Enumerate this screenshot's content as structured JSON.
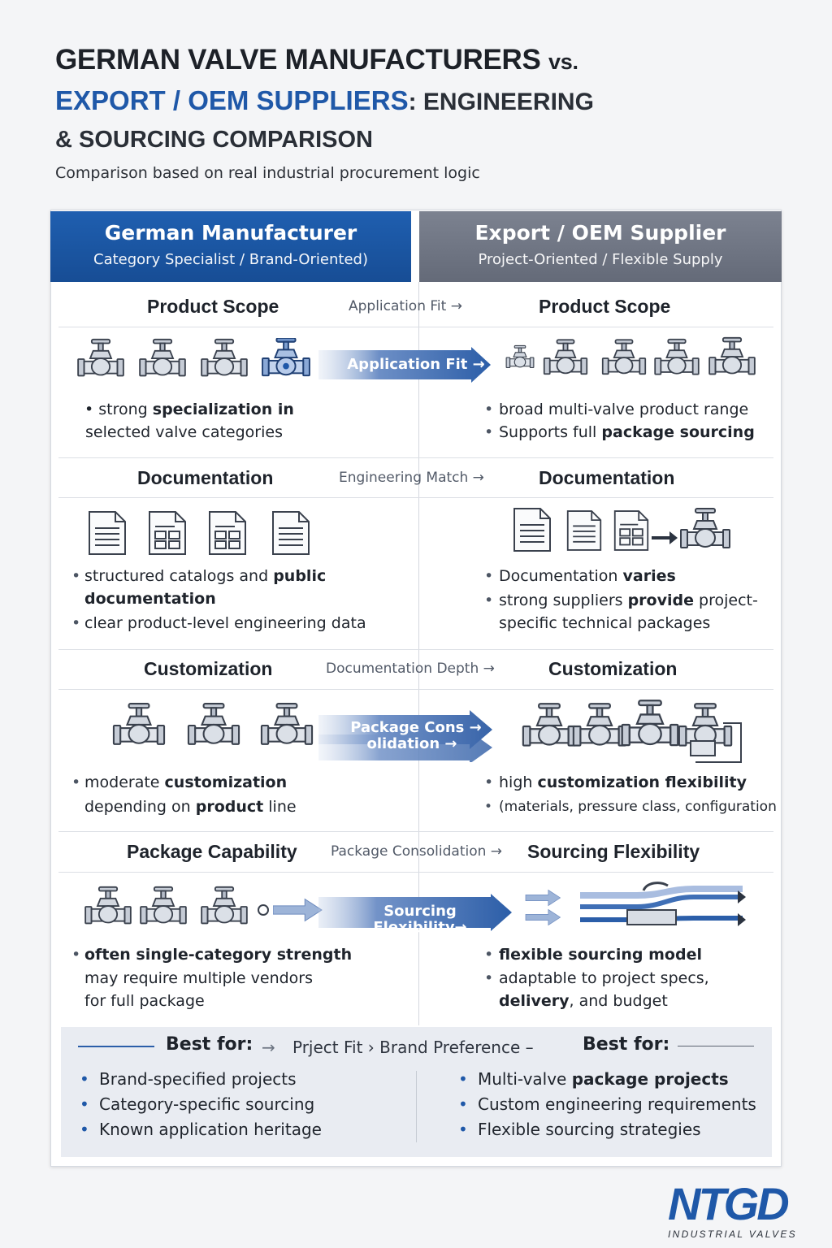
{
  "title": {
    "line1": "GERMAN VALVE MANUFACTURERS",
    "line1_vs": "vs.",
    "line2_blue": "EXPORT / OEM SUPPLIERS",
    "line2_rest": ": ENGINEERING",
    "line3": "& SOURCING COMPARISON"
  },
  "subtitle": "Comparison based on real industrial procurement logic",
  "columns": {
    "left": {
      "title": "German Manufacturer",
      "subtitle": "Category Specialist / Brand-Oriented)"
    },
    "right": {
      "title": "Export / OEM Supplier",
      "subtitle": "Project-Oriented / Flexible Supply"
    }
  },
  "sections": [
    {
      "left_title": "Product Scope",
      "mid_label": "Application Fit →",
      "right_title": "Product Scope",
      "band_label": "Application Fit →",
      "left_bullets": [
        [
          "• strong ",
          "specialization in"
        ],
        [
          "selected valve categories"
        ]
      ],
      "right_bullets": [
        "broad multi-valve product range",
        "Supports full ",
        "package sourcing"
      ]
    },
    {
      "left_title": "Documentation",
      "mid_label": "Engineering Match →",
      "right_title": "Documentation",
      "left_b1a": "structured catalogs",
      "left_b1b": " and ",
      "left_b1c": "public",
      "left_b1d": "documentation",
      "left_b2": "clear product-level engineering data",
      "right_b1a": "Documentation ",
      "right_b1b": "varies",
      "right_b2a": "strong suppliers ",
      "right_b2b": "provide",
      "right_b2c": " project-",
      "right_b2d": "specific technical packages"
    },
    {
      "left_title": "Customization",
      "mid_label": "Documentation Depth →",
      "right_title": "Customization",
      "band_label_1": "Package Cons →",
      "band_label_2": "olidation →",
      "left_b1a": "moderate ",
      "left_b1b": "customization",
      "left_b2a": "depending on ",
      "left_b2b": "product",
      "left_b2c": " line",
      "right_b1a": "high ",
      "right_b1b": "customization flexibility",
      "right_b2": "(materials, pressure class, configuration"
    },
    {
      "left_title": "Package Capability",
      "mid_label": "Package Consolidation →",
      "right_title": "Sourcing Flexibility",
      "band_label": "Sourcing Flexibility→",
      "left_b1": "often single-category strength",
      "left_b2": "may require multiple vendors",
      "left_b3": "for full package",
      "right_b1": "flexible sourcing model",
      "right_b2a": "adaptable to project specs,",
      "right_b2b": "delivery",
      "right_b2c": ", and budget"
    }
  ],
  "bottom": {
    "left_label": "Best for:",
    "middle": "Prject Fit › Brand Preference –",
    "right_label": "Best for:",
    "left_items": [
      "Brand-specified projects",
      "Category-specific sourcing",
      "Known application heritage"
    ],
    "right_items_a": "Multi-valve ",
    "right_items_b": "package projects",
    "right_items": [
      "Custom engineering requirements",
      "Flexible sourcing strategies"
    ]
  },
  "logo": {
    "word": "NTGD",
    "sub": "INDUSTRIAL VALVES"
  },
  "colors": {
    "blue": "#1f58a8",
    "grey": "#6c7280"
  }
}
